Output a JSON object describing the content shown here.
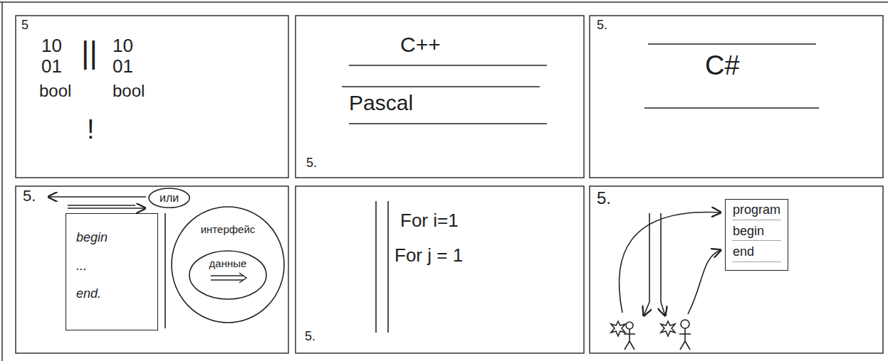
{
  "diagram": {
    "nodes": [
      {
        "text": [
          "или"
        ]
      },
      {
        "text": [
          "begin ... end."
        ]
      },
      {
        "text": [
          "интерфейс"
        ]
      },
      {
        "text": [
          "данные"
        ],
        "in": 2
      },
      {
        "text": [
          "program",
          "begin",
          "end"
        ]
      }
    ],
    "labels": [
      "5",
      "10",
      "01",
      "||",
      "10",
      "01",
      "bool",
      "bool",
      "!",
      "C++",
      "Pascal",
      "5.",
      "5.",
      "C#",
      "5.",
      "For i=1",
      "For j = 1",
      "5.",
      "5."
    ]
  }
}
